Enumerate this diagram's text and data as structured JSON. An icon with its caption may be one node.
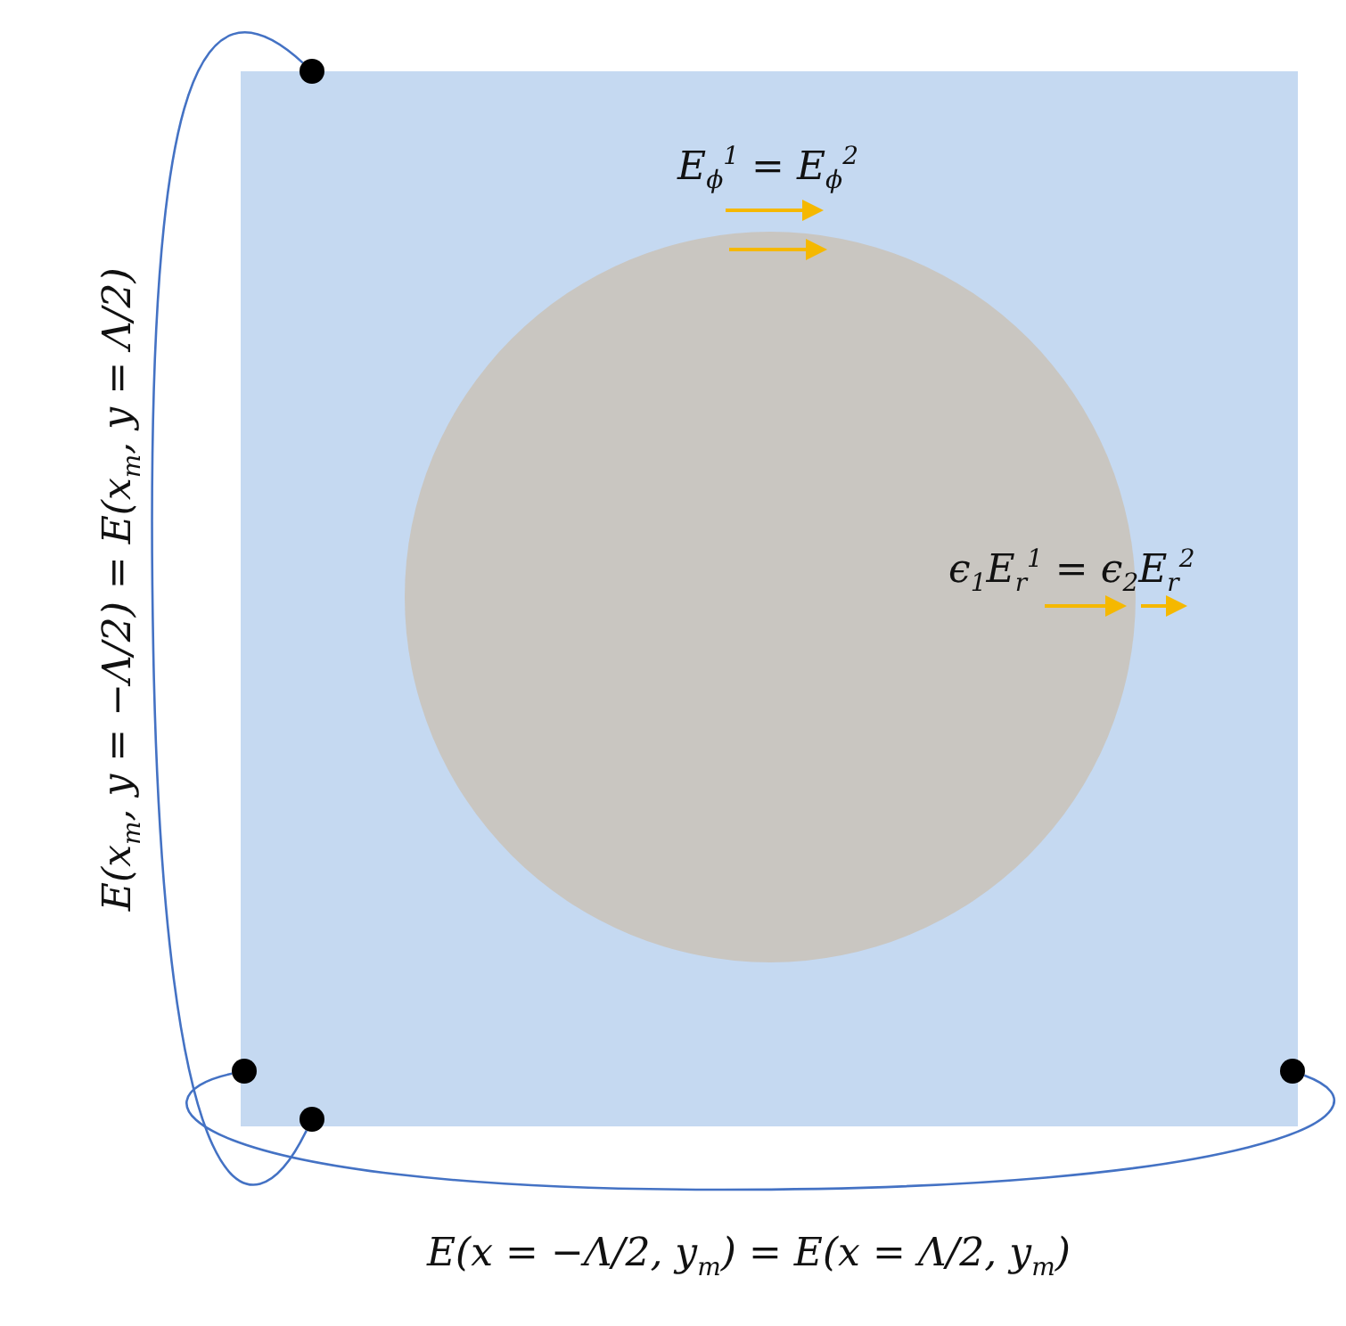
{
  "diagram": {
    "nodes": [
      {
        "text": [],
        "shape": "box"
      },
      {
        "text": [],
        "shape": "circle",
        "in": 0
      },
      {
        "text": [],
        "shape": "circle"
      },
      {
        "text": [],
        "shape": "circle"
      },
      {
        "text": [],
        "shape": "circle"
      },
      {
        "text": [],
        "shape": "circle"
      }
    ],
    "edges": [
      {
        "from": 2,
        "to": 5,
        "arrow": "none"
      },
      {
        "from": 3,
        "to": 4,
        "arrow": "none"
      }
    ],
    "labels": [
      "E$_{ϕ}$$^{1}$ = E$_{ϕ}$$^{2}$",
      "ϵ$_{1}$E$_{r}$$^{1}$ = ϵ$_{2}$E$_{r}$$^{2}$",
      "E(x$_{m}$, y = −Λ/2) = E(x$_{m}$, y = Λ/2)",
      "E(x = −Λ/2, y$_{m}$) = E(x = Λ/2, y$_{m}$)"
    ]
  }
}
